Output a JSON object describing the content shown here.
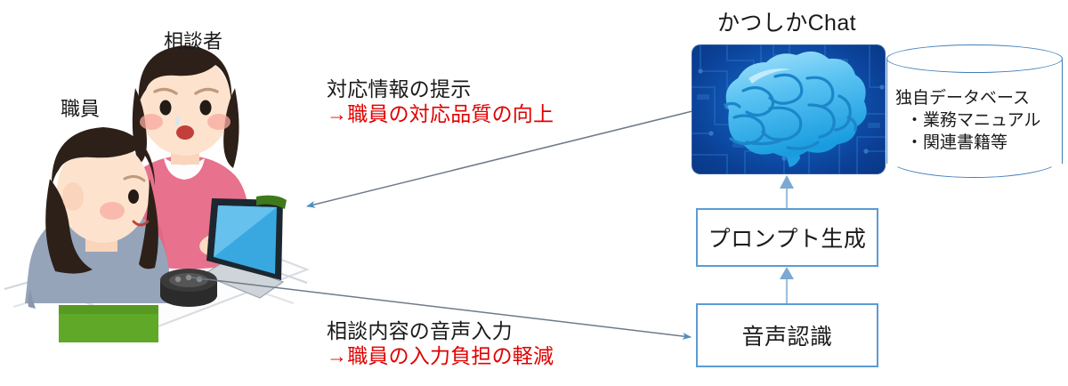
{
  "app": {
    "title": "かつしかChat"
  },
  "people": {
    "staff_label": "職員",
    "client_label": "相談者"
  },
  "annotations": {
    "top": {
      "line1": "対応情報の提示",
      "line2": "→職員の対応品質の向上",
      "line1_color": "#1a1a1a",
      "line2_color": "#e00000"
    },
    "bottom": {
      "line1": "相談内容の音声入力",
      "line2": "→職員の入力負担の軽減",
      "line1_color": "#1a1a1a",
      "line2_color": "#e00000"
    }
  },
  "flow": {
    "prompt_box": "プロンプト生成",
    "speech_box": "音声認識",
    "box_border_color": "#5b9bd5",
    "arrow_color": "#5b9bd5"
  },
  "database": {
    "title": "独自データベース",
    "items": [
      "・業務マニュアル",
      "・関連書籍等"
    ],
    "outline_color": "#3f7dbb"
  },
  "colors": {
    "brain_panel_dark": "#0b3f95",
    "brain_light": "#4cc3f5",
    "connector_gray": "#7f8b99",
    "background": "#ffffff"
  }
}
